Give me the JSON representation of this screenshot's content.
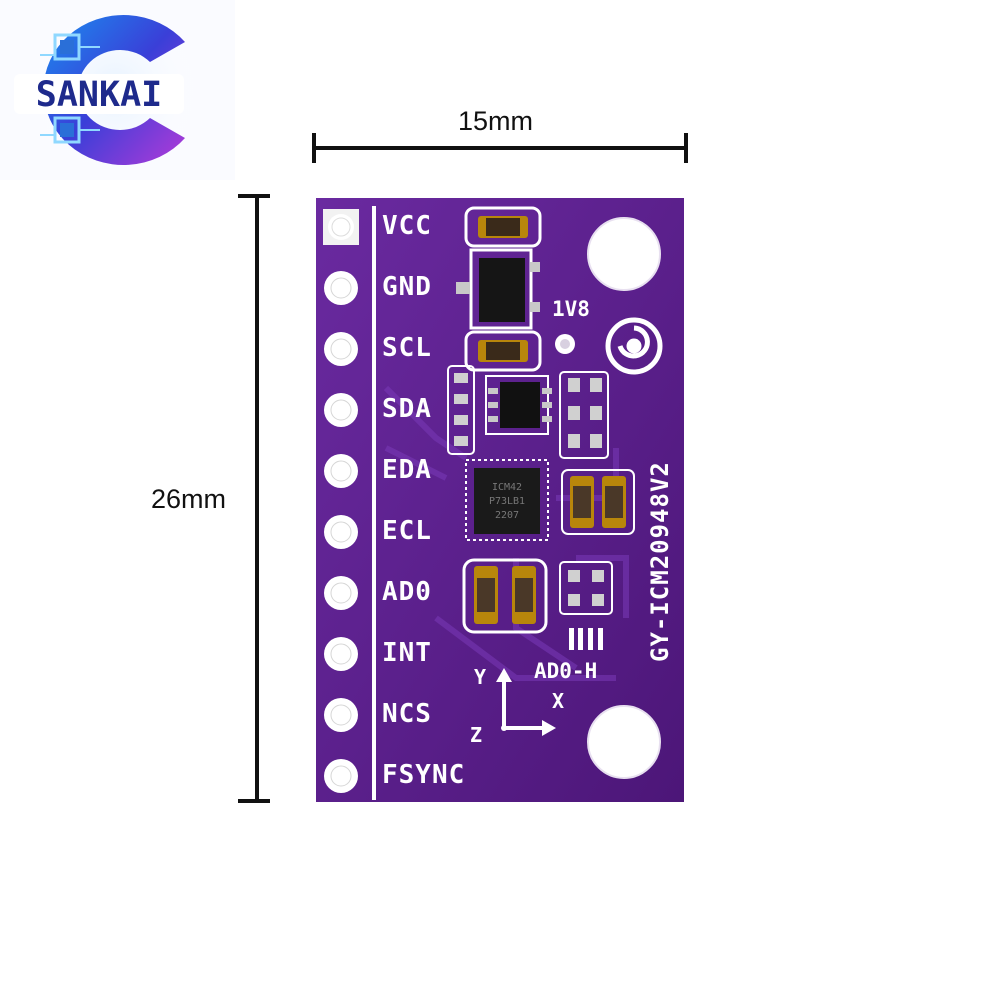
{
  "brand": {
    "logo_text": "SANKAI"
  },
  "dimensions": {
    "width_label": "15mm",
    "height_label": "26mm"
  },
  "board": {
    "model": "GY-ICM20948V2",
    "pins": [
      "VCC",
      "GND",
      "SCL",
      "SDA",
      "EDA",
      "ECL",
      "AD0",
      "INT",
      "NCS",
      "FSYNC"
    ],
    "labels": {
      "regulator": "1V8",
      "jumper": "AD0-H",
      "axis_x": "X",
      "axis_y": "Y",
      "axis_z": "Z"
    },
    "chip_markings": [
      "ICM42",
      "P73LB1",
      "2207"
    ],
    "colors": {
      "pcb": "#5a1c8c",
      "silkscreen": "#ffffff",
      "accent": "#3a2ed0"
    }
  }
}
